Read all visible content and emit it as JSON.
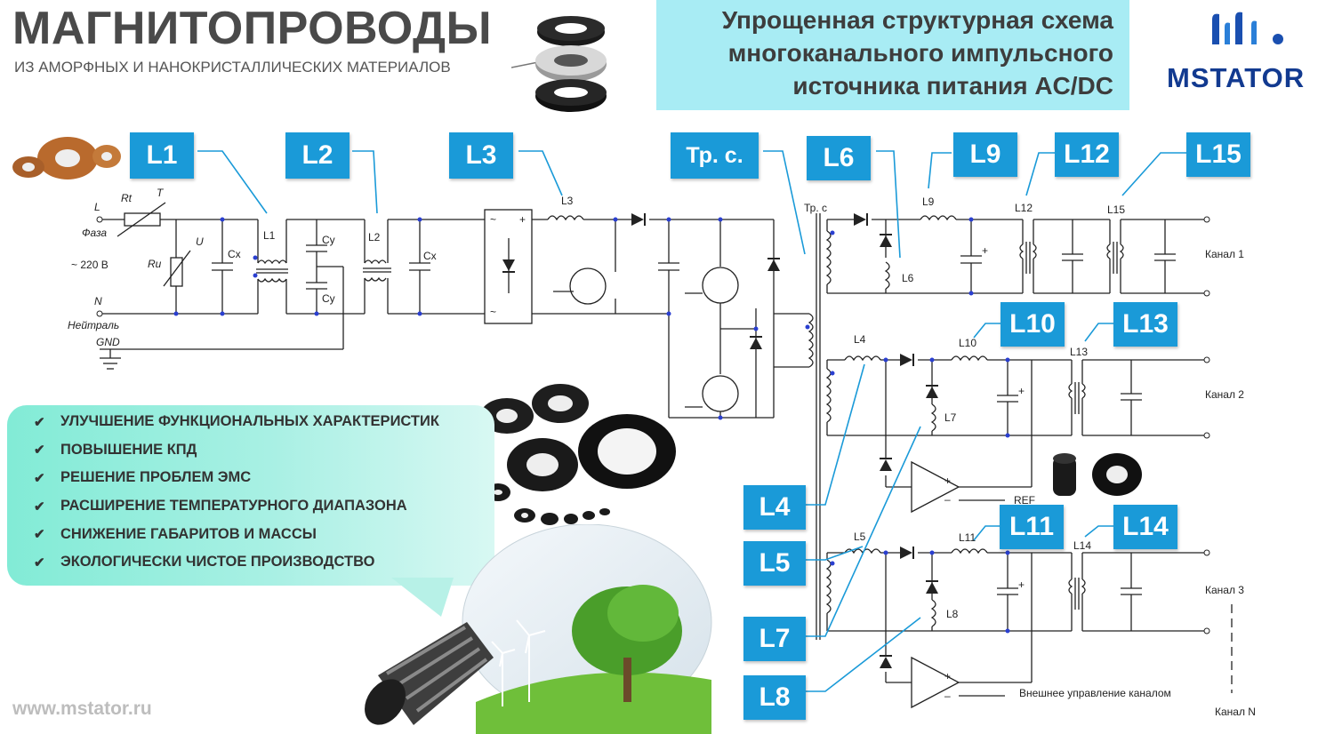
{
  "header": {
    "title": "МАГНИТОПРОВОДЫ",
    "subtitle": "ИЗ АМОРФНЫХ И НАНОКРИСТАЛЛИЧЕСКИХ МАТЕРИАЛОВ",
    "diagram_title": [
      "Упрощенная структурная схема",
      "многоканального импульсного",
      "источника питания AC/DC"
    ]
  },
  "logo": {
    "brand": "MSTATOR",
    "color": "#123a90"
  },
  "website": "www.mstator.ru",
  "colors": {
    "badge": "#1a9ad8",
    "title_box": "#a8ecf4",
    "benefits_panel": "#82ebd6"
  },
  "badges": {
    "l1": "L1",
    "l2": "L2",
    "l3": "L3",
    "tr": "Тр. с.",
    "l6": "L6",
    "l9": "L9",
    "l12": "L12",
    "l15": "L15",
    "l10": "L10",
    "l13": "L13",
    "l4": "L4",
    "l11": "L11",
    "l14": "L14",
    "l5": "L5",
    "l7": "L7",
    "l8": "L8"
  },
  "schematic": {
    "phase_l": "L",
    "phase": "Фаза",
    "voltage": "~ 220 В",
    "neutral_n": "N",
    "neutral": "Нейтраль",
    "gnd": "GND",
    "rt": "Rt",
    "t": "T",
    "u": "U",
    "ru": "Ru",
    "cx": "Cx",
    "cy": "Cy",
    "l1": "L1",
    "l2": "L2",
    "l3": "L3",
    "l4": "L4",
    "l5": "L5",
    "l6": "L6",
    "l7": "L7",
    "l8": "L8",
    "l9": "L9",
    "l10": "L10",
    "l11": "L11",
    "l12": "L12",
    "l13": "L13",
    "l14": "L14",
    "l15": "L15",
    "tr": "Тр. с",
    "channel_1": "Канал 1",
    "channel_2": "Канал 2",
    "channel_3": "Канал 3",
    "channel_n": "Канал N",
    "ref": "REF",
    "ext_control": "Внешнее управление каналом",
    "rect_tilde": "~",
    "rect_plus": "+",
    "rect_minus": "~",
    "plus": "+",
    "minus": "–"
  },
  "benefits": [
    "УЛУЧШЕНИЕ ФУНКЦИОНАЛЬНЫХ ХАРАКТЕРИСТИК",
    "ПОВЫШЕНИЕ КПД",
    "РЕШЕНИЕ ПРОБЛЕМ ЭМС",
    "РАСШИРЕНИЕ ТЕМПЕРАТУРНОГО ДИАПАЗОНА",
    "СНИЖЕНИЕ ГАБАРИТОВ И МАССЫ",
    "ЭКОЛОГИЧЕСКИ ЧИСТОЕ ПРОИЗВОДСТВО"
  ]
}
